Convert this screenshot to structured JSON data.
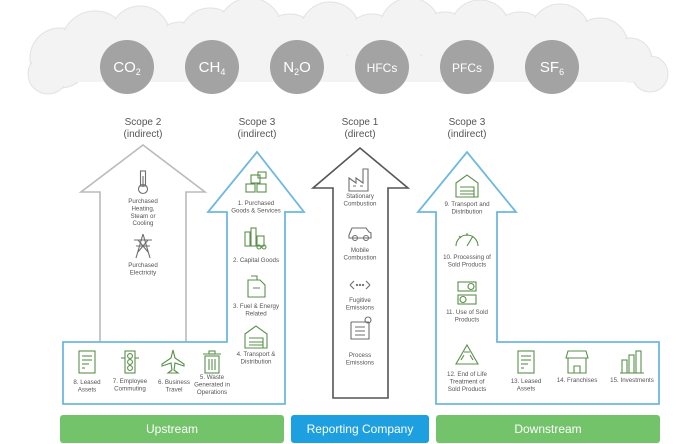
{
  "colors": {
    "upstream": "#73c36a",
    "reporting": "#1e9fe0",
    "downstream": "#73c36a",
    "gas_circle": "#a3a3a3",
    "cloud": "#f3f3f3",
    "blue_outline": "#6fb8e0",
    "dark_outline": "#555555",
    "grey_outline": "#bbbbbb"
  },
  "gases": [
    {
      "base": "CO",
      "sub": "2",
      "icon": "cloud"
    },
    {
      "base": "CH",
      "sub": "4",
      "icon": "cloud"
    },
    {
      "base": "N",
      "sub": "2",
      "tail": "O",
      "icon": "cloud"
    },
    {
      "base": "HFCs",
      "sub": "",
      "icon": "cloud"
    },
    {
      "base": "PFCs",
      "sub": "",
      "icon": "cloud"
    },
    {
      "base": "SF",
      "sub": "6",
      "icon": "cloud"
    }
  ],
  "scopes": [
    {
      "name": "Scope 2",
      "type": "(indirect)"
    },
    {
      "name": "Scope 3",
      "type": "(indirect)"
    },
    {
      "name": "Scope 1",
      "type": "(direct)"
    },
    {
      "name": "Scope 3",
      "type": "(indirect)"
    }
  ],
  "scope2_items": [
    {
      "lines": [
        "Purchased",
        "Heating,",
        "Steam or",
        "Cooling"
      ],
      "icon": "thermometer-icon"
    },
    {
      "lines": [
        "Purchased",
        "Electricity"
      ],
      "icon": "power-tower-icon"
    }
  ],
  "scope3_up_items": [
    {
      "lines": [
        "1. Purchased",
        "Goods & Services"
      ],
      "icon": "boxes-icon"
    },
    {
      "lines": [
        "2. Capital Goods"
      ],
      "icon": "factory-truck-icon"
    },
    {
      "lines": [
        "3. Fuel & Energy",
        "Related"
      ],
      "icon": "fuel-can-icon"
    },
    {
      "lines": [
        "4. Transport &",
        "Distribution"
      ],
      "icon": "warehouse-icon"
    }
  ],
  "upstream_bottom_items": [
    {
      "lines": [
        "8. Leased",
        "Assets"
      ],
      "icon": "document-icon"
    },
    {
      "lines": [
        "7. Employee",
        "Commuting"
      ],
      "icon": "traffic-light-icon"
    },
    {
      "lines": [
        "6. Business",
        "Travel"
      ],
      "icon": "airplane-icon"
    },
    {
      "lines": [
        "5. Waste",
        "Generated in",
        "Operations"
      ],
      "icon": "trash-icon"
    }
  ],
  "scope1_items": [
    {
      "lines": [
        "Stationary",
        "Combustion"
      ],
      "icon": "factory-icon"
    },
    {
      "lines": [
        "Mobile",
        "Combustion"
      ],
      "icon": "car-icon"
    },
    {
      "lines": [
        "Fugitive",
        "Emissions"
      ],
      "icon": "dotted-arrows-icon"
    },
    {
      "lines": [
        "Process",
        "Emissions"
      ],
      "icon": "process-icon"
    }
  ],
  "scope3_down_items": [
    {
      "lines": [
        "9. Transport and",
        "Distribution"
      ],
      "icon": "warehouse-icon"
    },
    {
      "lines": [
        "10. Processing of",
        "Sold Products"
      ],
      "icon": "gauge-icon"
    },
    {
      "lines": [
        "11. Use of Sold",
        "Products"
      ],
      "icon": "toggle-icon"
    },
    {
      "lines": [
        "12. End of Life",
        "Treatment of",
        "Sold Products"
      ],
      "icon": "recycle-icon"
    }
  ],
  "downstream_bottom_items": [
    {
      "lines": [
        "13. Leased",
        "Assets"
      ],
      "icon": "document-icon"
    },
    {
      "lines": [
        "14. Franchises"
      ],
      "icon": "storefront-icon"
    },
    {
      "lines": [
        "15. Investments"
      ],
      "icon": "bar-chart-icon"
    }
  ],
  "bars": {
    "upstream": "Upstream",
    "reporting": "Reporting Company",
    "downstream": "Downstream"
  }
}
